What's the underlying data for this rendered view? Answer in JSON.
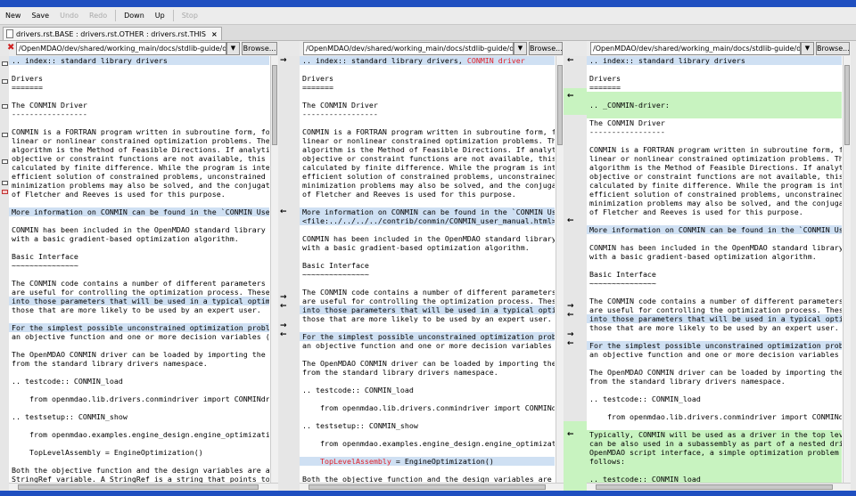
{
  "toolbar": {
    "new": "New",
    "save": "Save",
    "undo": "Undo",
    "redo": "Redo",
    "down": "Down",
    "up": "Up",
    "stop": "Stop"
  },
  "tab": {
    "label": "drivers.rst.BASE : drivers.rst.OTHER : drivers.rst.THIS",
    "close": "×"
  },
  "panes": {
    "base": {
      "path": "/OpenMDAO/dev/shared/working_main/docs/stdlib-guide/drive",
      "browse": "Browse..."
    },
    "other": {
      "path": "/OpenMDAO/dev/shared/working_main/docs/stdlib-guide/drive",
      "browse": "Browse..."
    },
    "this": {
      "path": "/OpenMDAO/dev/shared/working_main/docs/stdlib-guide/drive",
      "browse": "Browse..."
    }
  },
  "base_lines": [
    {
      "t": ".. index:: standard library drivers",
      "c": "blue"
    },
    {
      "t": "",
      "c": ""
    },
    {
      "t": "Drivers",
      "c": ""
    },
    {
      "t": "=======",
      "c": ""
    },
    {
      "t": "",
      "c": ""
    },
    {
      "t": "The CONMIN Driver",
      "c": ""
    },
    {
      "t": "-----------------",
      "c": ""
    },
    {
      "t": "",
      "c": ""
    },
    {
      "t": "CONMIN is a FORTRAN program written in subroutine form, for t",
      "c": ""
    },
    {
      "t": "linear or nonlinear constrained optimization problems. The ba",
      "c": ""
    },
    {
      "t": "algorithm is the Method of Feasible Directions. If analytic g",
      "c": ""
    },
    {
      "t": "objective or constraint functions are not available, this inf",
      "c": ""
    },
    {
      "t": "calculated by finite difference. While the program is intende",
      "c": ""
    },
    {
      "t": "efficient solution of constrained problems, unconstrained fun",
      "c": ""
    },
    {
      "t": "minimization problems may also be solved, and the conjugate d",
      "c": ""
    },
    {
      "t": "of Fletcher and Reeves is used for this purpose.",
      "c": ""
    },
    {
      "t": "",
      "c": ""
    },
    {
      "t": "More information on CONMIN can be found in the `CONMIN User's",
      "c": "blue"
    },
    {
      "t": "",
      "c": ""
    },
    {
      "t": "CONMIN has been included in the OpenMDAO standard library to",
      "c": ""
    },
    {
      "t": "with a basic gradient-based optimization algorithm.",
      "c": ""
    },
    {
      "t": "",
      "c": ""
    },
    {
      "t": "Basic Interface",
      "c": ""
    },
    {
      "t": "~~~~~~~~~~~~~~~",
      "c": ""
    },
    {
      "t": "",
      "c": ""
    },
    {
      "t": "The CONMIN code contains a number of different parameters and",
      "c": ""
    },
    {
      "t": "are useful for controlling the optimization process. These ca",
      "c": ""
    },
    {
      "t": "into those parameters that will be used in a typical optimiza",
      "c": "blue"
    },
    {
      "t": "those that are more likely to be used by an expert user.",
      "c": ""
    },
    {
      "t": "",
      "c": ""
    },
    {
      "t": "For the simplest possible unconstrained optimization problem,",
      "c": "blue"
    },
    {
      "t": "an objective function and one or more decision variables (des",
      "c": ""
    },
    {
      "t": "",
      "c": ""
    },
    {
      "t": "The OpenMDAO CONMIN driver can be loaded by importing the CONM",
      "c": ""
    },
    {
      "t": "from the standard library drivers namespace.",
      "c": ""
    },
    {
      "t": "",
      "c": ""
    },
    {
      "t": ".. testcode:: CONMIN_load",
      "c": ""
    },
    {
      "t": "",
      "c": ""
    },
    {
      "t": "    from openmdao.lib.drivers.conmindriver import CONMINdrive",
      "c": ""
    },
    {
      "t": "",
      "c": ""
    },
    {
      "t": ".. testsetup:: CONMIN_show",
      "c": ""
    },
    {
      "t": "",
      "c": ""
    },
    {
      "t": "    from openmdao.examples.engine_design.engine_optimization",
      "c": ""
    },
    {
      "t": "",
      "c": ""
    },
    {
      "t": "    TopLevelAssembly = EngineOptimization()",
      "c": ""
    },
    {
      "t": "",
      "c": ""
    },
    {
      "t": "Both the objective function and the design variables are assi",
      "c": ""
    },
    {
      "t": "StringRef variable. A StringRef is a string that points to so",
      "c": ""
    }
  ],
  "other_lines": [
    {
      "t": ".. index:: standard library drivers, ",
      "h": "CONMIN driver",
      "c": "blue"
    },
    {
      "t": "",
      "c": ""
    },
    {
      "t": "Drivers",
      "c": ""
    },
    {
      "t": "=======",
      "c": ""
    },
    {
      "t": "",
      "c": ""
    },
    {
      "t": "The CONMIN Driver",
      "c": ""
    },
    {
      "t": "-----------------",
      "c": ""
    },
    {
      "t": "",
      "c": ""
    },
    {
      "t": "CONMIN is a FORTRAN program written in subroutine form, for t",
      "c": ""
    },
    {
      "t": "linear or nonlinear constrained optimization problems. The ba",
      "c": ""
    },
    {
      "t": "algorithm is the Method of Feasible Directions. If analytic g",
      "c": ""
    },
    {
      "t": "objective or constraint functions are not available, this inf",
      "c": ""
    },
    {
      "t": "calculated by finite difference. While the program is intende",
      "c": ""
    },
    {
      "t": "efficient solution of constrained problems, unconstrained fun",
      "c": ""
    },
    {
      "t": "minimization problems may also be solved, and the conjugate d",
      "c": ""
    },
    {
      "t": "of Fletcher and Reeves is used for this purpose.",
      "c": ""
    },
    {
      "t": "",
      "c": ""
    },
    {
      "t": "More information on CONMIN can be found in the `CONMIN User's",
      "c": "blue"
    },
    {
      "t": "<file:../../../../contrib/conmin/CONMIN_user_manual.html>`_.",
      "c": "blue"
    },
    {
      "t": "",
      "c": ""
    },
    {
      "t": "CONMIN has been included in the OpenMDAO standard library to",
      "c": ""
    },
    {
      "t": "with a basic gradient-based optimization algorithm.",
      "c": ""
    },
    {
      "t": "",
      "c": ""
    },
    {
      "t": "Basic Interface",
      "c": ""
    },
    {
      "t": "~~~~~~~~~~~~~~~",
      "c": ""
    },
    {
      "t": "",
      "c": ""
    },
    {
      "t": "The CONMIN code contains a number of different parameters and",
      "c": ""
    },
    {
      "t": "are useful for controlling the optimization process. These ca",
      "c": ""
    },
    {
      "t": "into those parameters that will be used in a typical optimiza",
      "c": "blue"
    },
    {
      "t": "those that are more likely to be used by an expert user.",
      "c": ""
    },
    {
      "t": "",
      "c": ""
    },
    {
      "t": "For the simplest possible unconstrained optimization problem,",
      "c": "blue"
    },
    {
      "t": "an objective function and one or more decision variables (des",
      "c": ""
    },
    {
      "t": "",
      "c": ""
    },
    {
      "t": "The OpenMDAO CONMIN driver can be loaded by importing the CONM",
      "c": ""
    },
    {
      "t": "from the standard library drivers namespace.",
      "c": ""
    },
    {
      "t": "",
      "c": ""
    },
    {
      "t": ".. testcode:: CONMIN_load",
      "c": ""
    },
    {
      "t": "",
      "c": ""
    },
    {
      "t": "    from openmdao.lib.drivers.conmindriver import CONMINdrive",
      "c": ""
    },
    {
      "t": "",
      "c": ""
    },
    {
      "t": ".. testsetup:: CONMIN_show",
      "c": ""
    },
    {
      "t": "",
      "c": ""
    },
    {
      "t": "    from openmdao.examples.engine_design.engine_optimization",
      "c": ""
    },
    {
      "t": "",
      "c": ""
    },
    {
      "t": "    ",
      "h": "TopLevelAssembly",
      "t2": " = EngineOptimization()",
      "c": "blue"
    },
    {
      "t": "",
      "c": ""
    },
    {
      "t": "Both the objective function and the design variables are assi",
      "c": ""
    }
  ],
  "this_lines": [
    {
      "t": ".. index:: standard library drivers",
      "c": "blue"
    },
    {
      "t": "",
      "c": ""
    },
    {
      "t": "Drivers",
      "c": ""
    },
    {
      "t": "=======",
      "c": ""
    },
    {
      "t": "",
      "c": "green"
    },
    {
      "t": ".. _CONMIN-driver:",
      "c": "green"
    },
    {
      "t": "",
      "c": "green"
    },
    {
      "t": "The CONMIN Driver",
      "c": ""
    },
    {
      "t": "-----------------",
      "c": ""
    },
    {
      "t": "",
      "c": ""
    },
    {
      "t": "CONMIN is a FORTRAN program written in subroutine form, for t",
      "c": ""
    },
    {
      "t": "linear or nonlinear constrained optimization problems. The ba",
      "c": ""
    },
    {
      "t": "algorithm is the Method of Feasible Directions. If analytic g",
      "c": ""
    },
    {
      "t": "objective or constraint functions are not available, this inf",
      "c": ""
    },
    {
      "t": "calculated by finite difference. While the program is intende",
      "c": ""
    },
    {
      "t": "efficient solution of constrained problems, unconstrained fun",
      "c": ""
    },
    {
      "t": "minimization problems may also be solved, and the conjugate d",
      "c": ""
    },
    {
      "t": "of Fletcher and Reeves is used for this purpose.",
      "c": ""
    },
    {
      "t": "",
      "c": ""
    },
    {
      "t": "More information on CONMIN can be found in the `CONMIN User's",
      "c": "blue"
    },
    {
      "t": "",
      "c": ""
    },
    {
      "t": "CONMIN has been included in the OpenMDAO standard library to",
      "c": ""
    },
    {
      "t": "with a basic gradient-based optimization algorithm.",
      "c": ""
    },
    {
      "t": "",
      "c": ""
    },
    {
      "t": "Basic Interface",
      "c": ""
    },
    {
      "t": "~~~~~~~~~~~~~~~",
      "c": ""
    },
    {
      "t": "",
      "c": ""
    },
    {
      "t": "The CONMIN code contains a number of different parameters and",
      "c": ""
    },
    {
      "t": "are useful for controlling the optimization process. These ca",
      "c": ""
    },
    {
      "t": "into those parameters that will be used in a typical optimiza",
      "c": "blue"
    },
    {
      "t": "those that are more likely to be used by an expert user.",
      "c": ""
    },
    {
      "t": "",
      "c": ""
    },
    {
      "t": "For the simplest possible unconstrained optimization problem,",
      "c": "blue"
    },
    {
      "t": "an objective function and one or more decision variables (des",
      "c": ""
    },
    {
      "t": "",
      "c": ""
    },
    {
      "t": "The OpenMDAO CONMIN driver can be loaded by importing the CONM",
      "c": ""
    },
    {
      "t": "from the standard library drivers namespace.",
      "c": ""
    },
    {
      "t": "",
      "c": ""
    },
    {
      "t": ".. testcode:: CONMIN_load",
      "c": ""
    },
    {
      "t": "",
      "c": ""
    },
    {
      "t": "    from openmdao.lib.drivers.conmindriver import CONMINdrive",
      "c": ""
    },
    {
      "t": "",
      "c": ""
    },
    {
      "t": "Typically, CONMIN will be used as a driver in the top level a",
      "c": "green"
    },
    {
      "t": "can be also used in a subassembly as part of a nested driver",
      "c": "green"
    },
    {
      "t": "OpenMDAO script interface, a simple optimization problem can",
      "c": "green"
    },
    {
      "t": "follows:",
      "c": "green"
    },
    {
      "t": "",
      "c": "green"
    },
    {
      "t": ".. testcode:: CONMIN_load",
      "c": "green"
    }
  ],
  "icons": {
    "close": "×",
    "dropdown": "▼",
    "arrow_right": "→",
    "arrow_left": "←",
    "x_mark": "✖"
  }
}
